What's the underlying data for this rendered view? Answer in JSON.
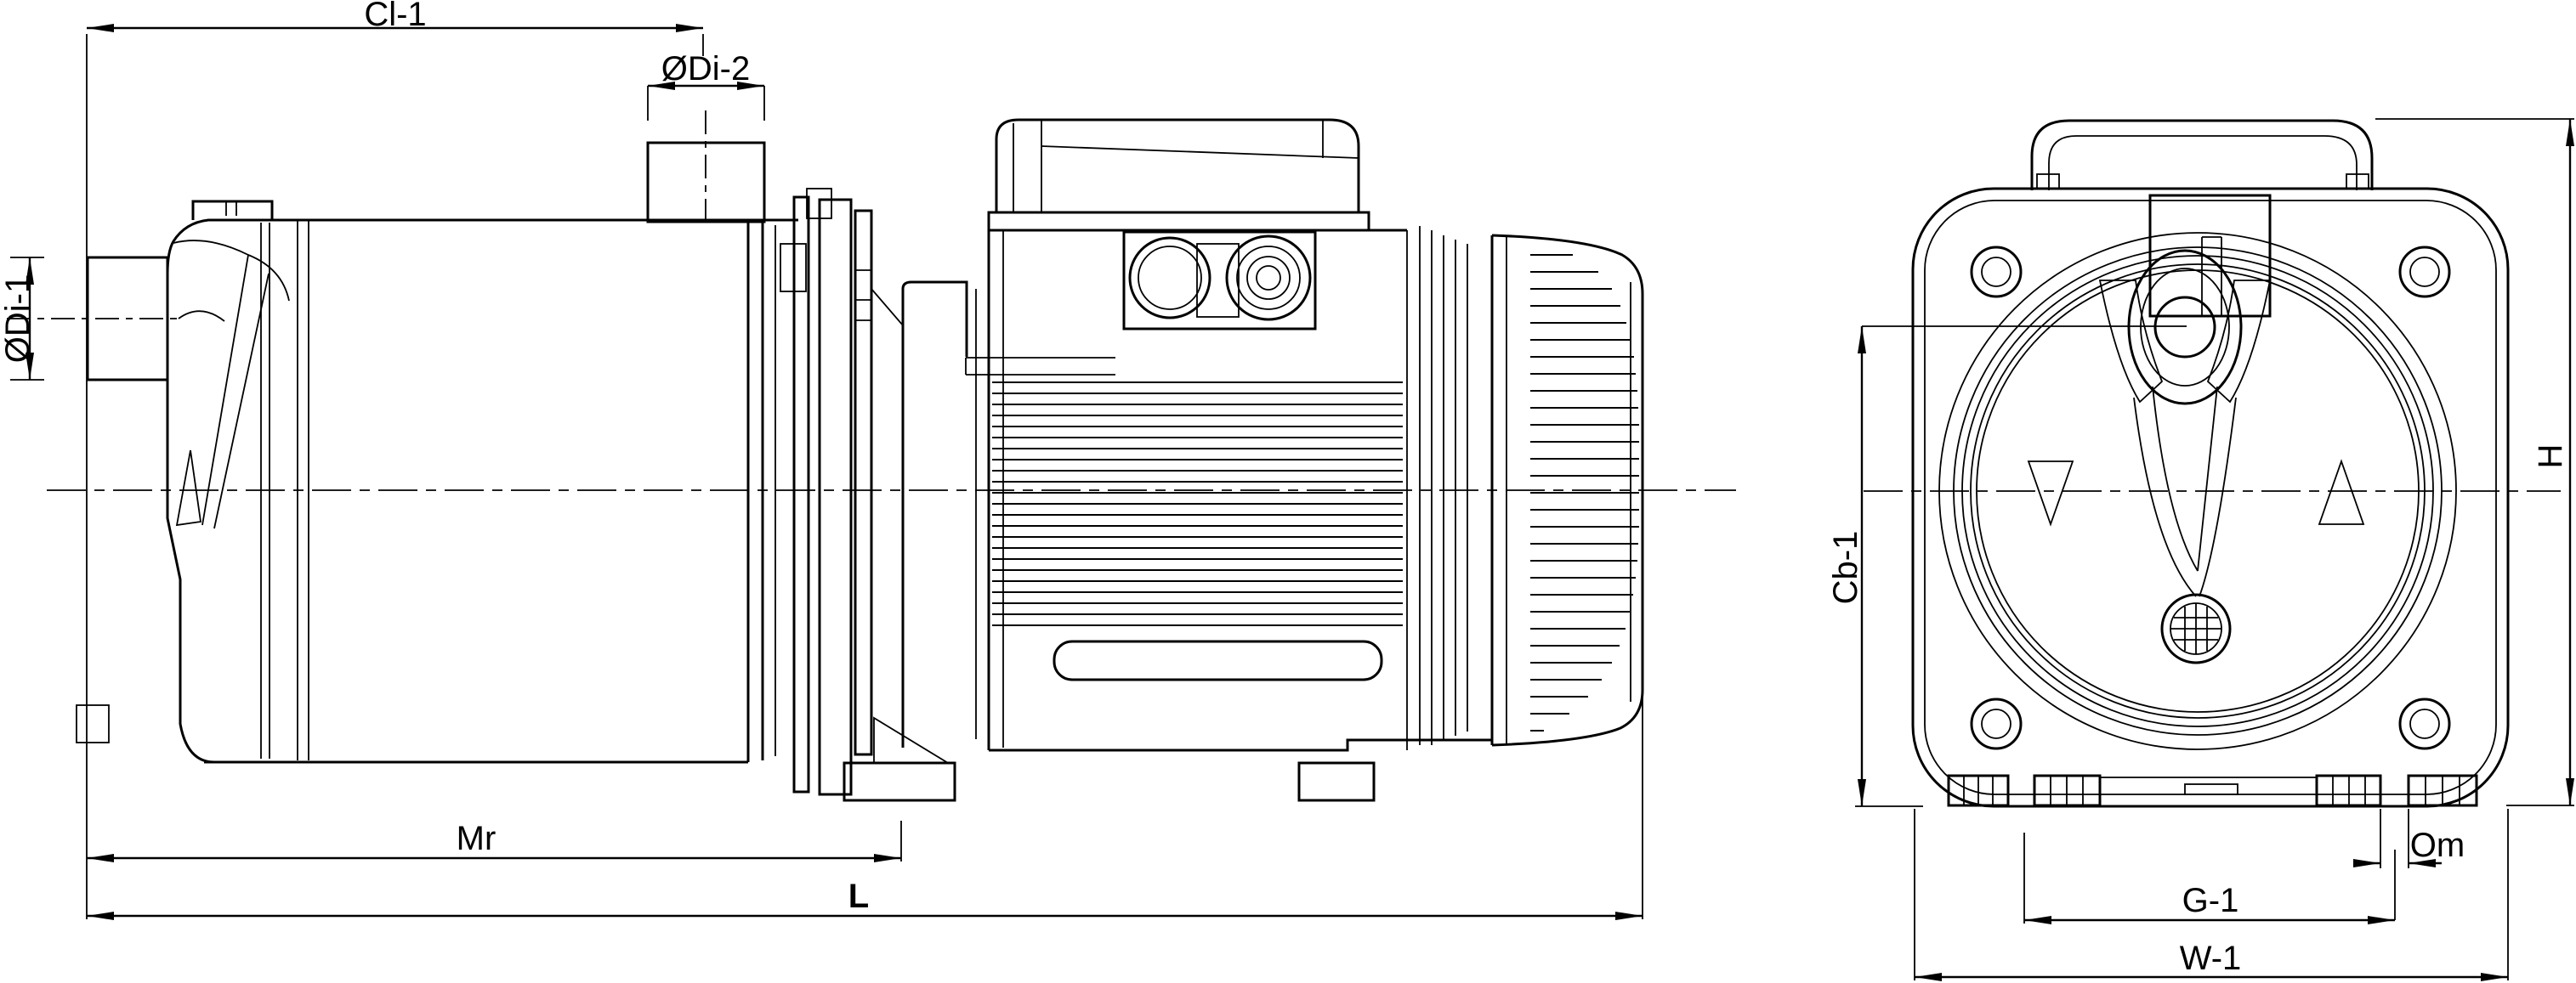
{
  "drawing": {
    "type": "technical dimensional drawing of a horizontal multistage pump, side view and front view",
    "colors": {
      "background": "#ffffff",
      "line": "#000000"
    },
    "views": {
      "side": "side view",
      "front": "front view"
    },
    "dimensions": {
      "cl1": {
        "label": "Cl-1"
      },
      "di2": {
        "label": "ØDi-2"
      },
      "di1": {
        "label": "ØDi-1"
      },
      "mr": {
        "label": "Mr"
      },
      "l": {
        "label": "L"
      },
      "cb1": {
        "label": "Cb-1"
      },
      "h": {
        "label": "H"
      },
      "om": {
        "label": "Om"
      },
      "g1": {
        "label": "G-1"
      },
      "w1": {
        "label": "W-1"
      }
    }
  }
}
